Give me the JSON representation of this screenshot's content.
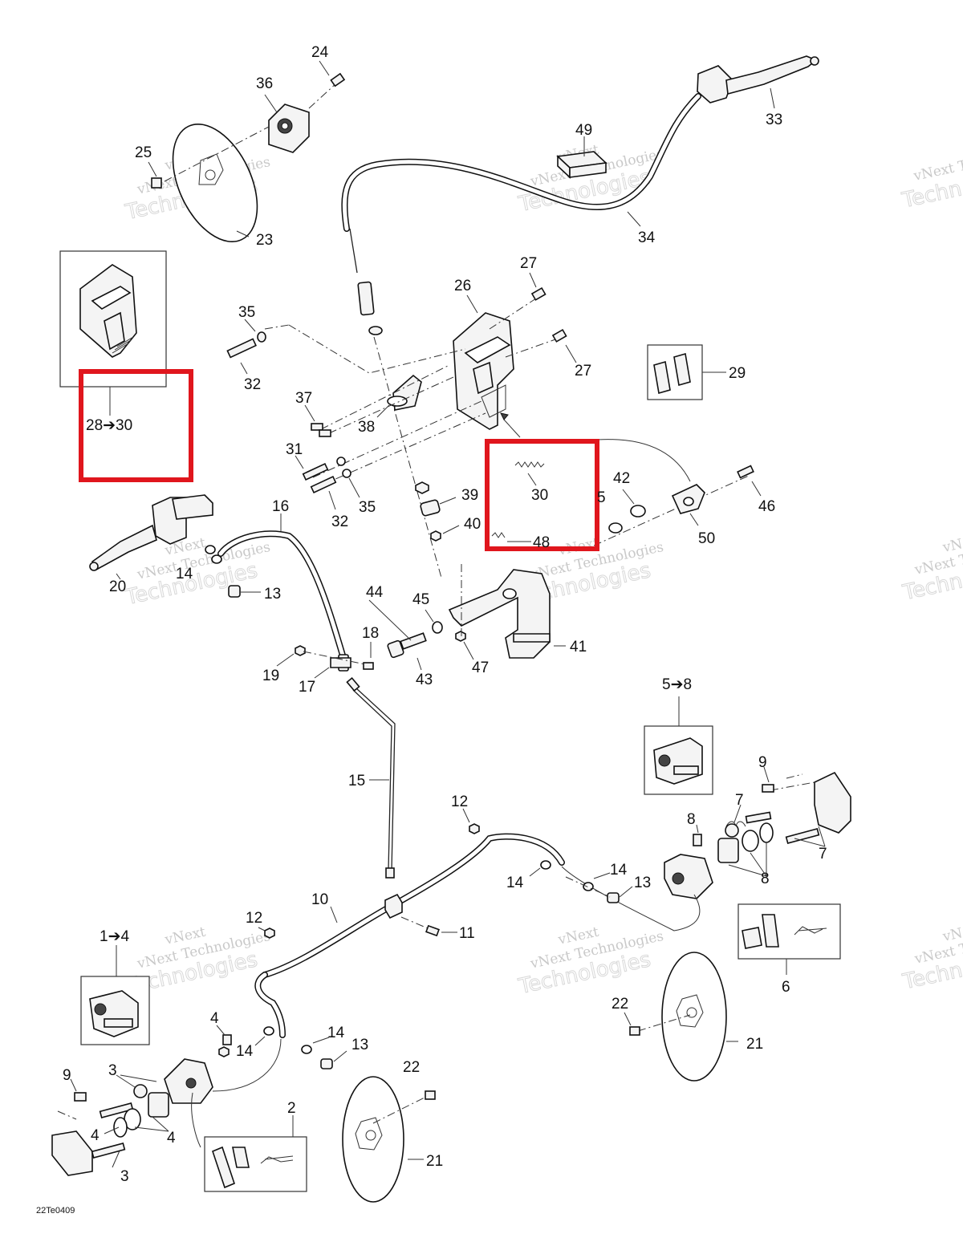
{
  "diagram_code": "22Te0409",
  "watermark": {
    "line1": "vNext",
    "line2": "vNext Technologies",
    "line3": "Technologies",
    "edge1": "vNext Te",
    "edge2": "Techn",
    "edge3": "vN"
  },
  "highlight_color": "#e0161d",
  "labels": {
    "l1_4": "1➔4",
    "l2": "2",
    "l3a": "3",
    "l3b": "3",
    "l4a": "4",
    "l4b": "4",
    "l4c": "4",
    "l5": "5",
    "l5_8": "5➔8",
    "l6": "6",
    "l7a": "7",
    "l7b": "7",
    "l8a": "8",
    "l8b": "8",
    "l9a": "9",
    "l9b": "9",
    "l10": "10",
    "l11": "11",
    "l12a": "12",
    "l12b": "12",
    "l13a": "13",
    "l13b": "13",
    "l13c": "13",
    "l14a": "14",
    "l14b": "14",
    "l14c": "14",
    "l14d": "14",
    "l14e": "14",
    "l15": "15",
    "l16": "16",
    "l17": "17",
    "l18": "18",
    "l19": "19",
    "l20": "20",
    "l21a": "21",
    "l21b": "21",
    "l22a": "22",
    "l22b": "22",
    "l23": "23",
    "l24": "24",
    "l25": "25",
    "l26": "26",
    "l27a": "27",
    "l27b": "27",
    "l28_30": "28➔30",
    "l29": "29",
    "l30": "30",
    "l31": "31",
    "l32a": "32",
    "l32b": "32",
    "l33": "33",
    "l34": "34",
    "l35a": "35",
    "l35b": "35",
    "l36": "36",
    "l37": "37",
    "l38": "38",
    "l39": "39",
    "l40": "40",
    "l41": "41",
    "l42": "42",
    "l43": "43",
    "l44": "44",
    "l45": "45",
    "l46": "46",
    "l47": "47",
    "l48": "48",
    "l49": "49",
    "l50": "50"
  }
}
